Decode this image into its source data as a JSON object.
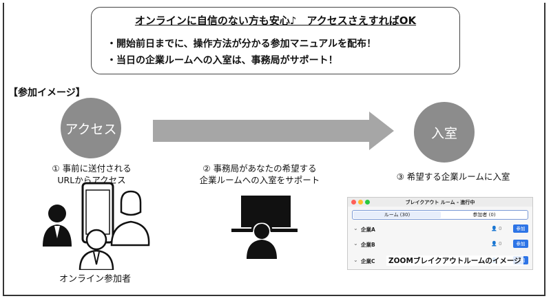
{
  "callout": {
    "headline": "オンラインに自信のない方も安心♪　アクセスさえすればOK",
    "bullets": [
      "・開始前日までに、操作方法が分かる参加マニュアルを配布！",
      "・当日の企業ルームへの入室は、事務局がサポート！"
    ]
  },
  "section_label": "【参加イメージ】",
  "flow": {
    "start_circle": "アクセス",
    "end_circle": "入室",
    "steps": [
      {
        "lines": [
          "①  事前に送付される",
          "URLからアクセス"
        ]
      },
      {
        "lines": [
          "②  事務局があなたの希望する",
          "企業ルームへの入室をサポート"
        ]
      },
      {
        "lines": [
          "③  希望する企業ルームに入室"
        ]
      }
    ],
    "participants_caption": "オンライン参加者"
  },
  "zoom_window": {
    "title": "ブレイクアウト ルーム - 進行中",
    "tabs": [
      "ルーム (30)",
      "参加者 (0)"
    ],
    "rows": [
      {
        "name": "企業A",
        "count": "0",
        "button": "参加"
      },
      {
        "name": "企業B",
        "count": "0",
        "button": "参加"
      },
      {
        "name": "企業C",
        "count": "0",
        "button": "参加"
      }
    ],
    "caption": "ZOOMブレイクアウトルームのイメージ"
  },
  "colors": {
    "circle": "#8c8c8c",
    "arrow": "#a6a6a6",
    "join_button": "#2d74e6",
    "traffic_lights": [
      "#ff5f57",
      "#febc2e",
      "#28c840"
    ]
  }
}
